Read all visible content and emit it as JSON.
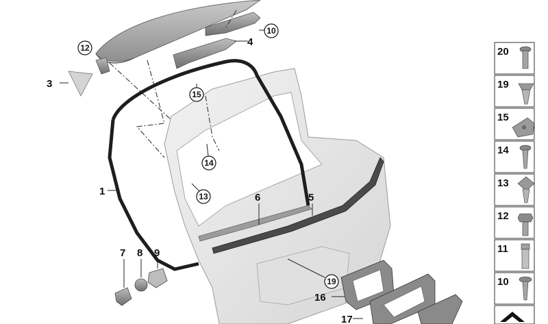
{
  "callouts": {
    "p1": "1",
    "p3": "3",
    "p4": "4",
    "p5": "5",
    "p6": "6",
    "p7": "7",
    "p8": "8",
    "p9": "9",
    "p16": "16",
    "p17": "17",
    "c10": "10",
    "c12": "12",
    "c13": "13",
    "c14": "14",
    "c15": "15",
    "c19": "19"
  },
  "side_panel": {
    "items": [
      {
        "number": "20",
        "icon": "bolt-icon"
      },
      {
        "number": "19",
        "icon": "expanding-nut-icon"
      },
      {
        "number": "15",
        "icon": "bracket-clip-icon"
      },
      {
        "number": "14",
        "icon": "screw-icon"
      },
      {
        "number": "13",
        "icon": "clip-nut-icon"
      },
      {
        "number": "12",
        "icon": "hex-bolt-icon"
      },
      {
        "number": "11",
        "icon": "rivet-icon"
      },
      {
        "number": "10",
        "icon": "torx-screw-icon"
      },
      {
        "number": "",
        "icon": "arrow-icon"
      }
    ]
  }
}
